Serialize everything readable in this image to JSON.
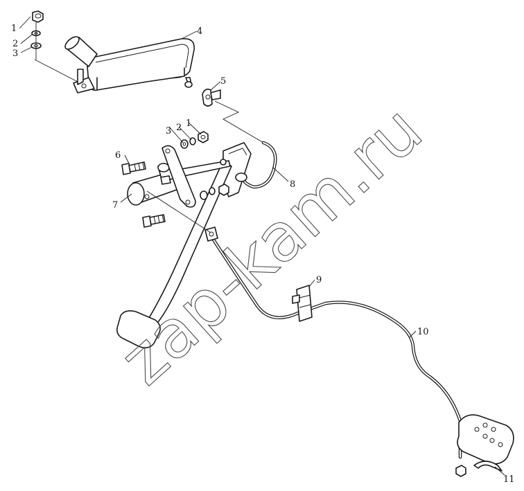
{
  "diagram": {
    "callouts": [
      "1",
      "2",
      "3",
      "4",
      "5",
      "1",
      "2",
      "3",
      "6",
      "7",
      "8",
      "9",
      "10",
      "11"
    ],
    "watermark": "zap-kam.ru"
  }
}
